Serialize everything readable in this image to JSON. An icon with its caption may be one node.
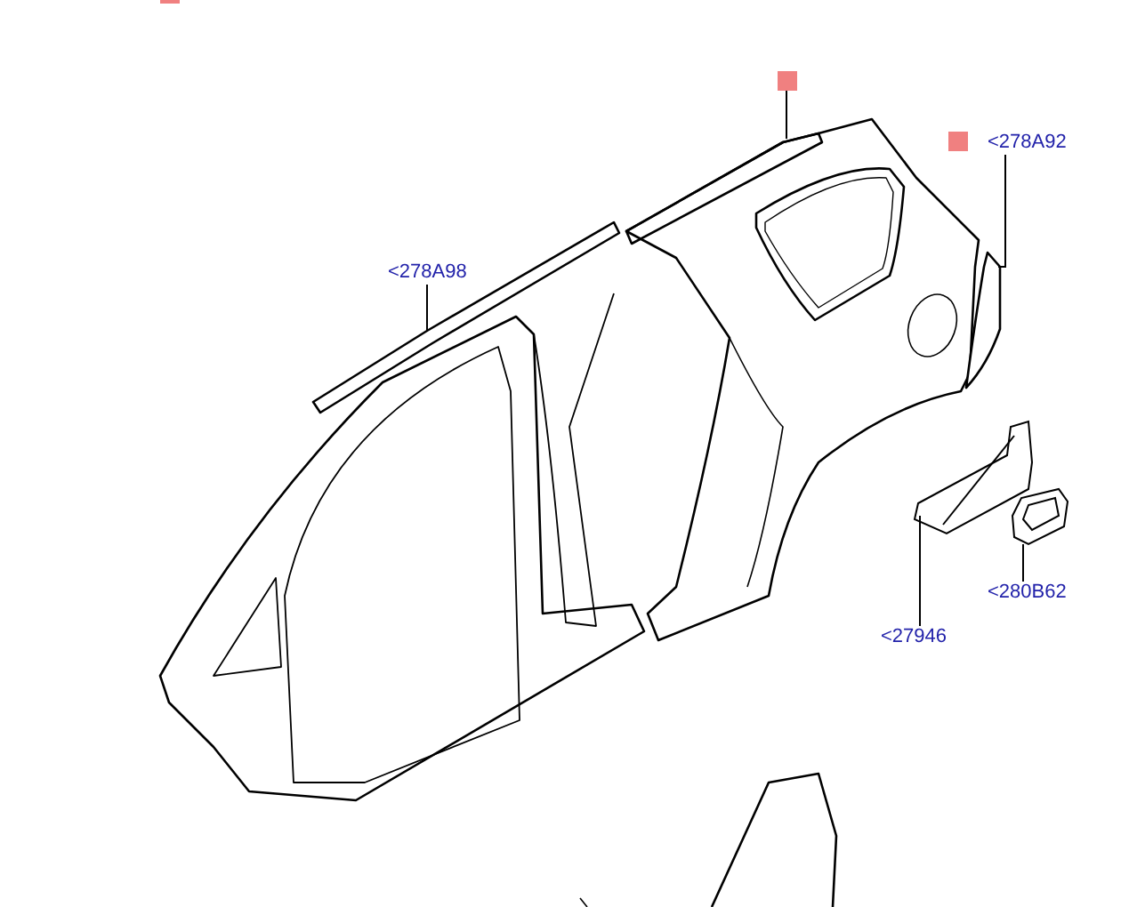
{
  "diagram": {
    "nodes": [
      {
        "text": [
          "<278A98"
        ]
      },
      {
        "text": [],
        "shape": "box"
      },
      {
        "text": [
          "<278A92"
        ]
      },
      {
        "text": [
          "<27946"
        ]
      },
      {
        "text": [
          "<280B62"
        ]
      }
    ],
    "edges": [
      {
        "from": 0,
        "to": null,
        "arrow": "none"
      },
      {
        "from": 1,
        "to": null,
        "arrow": "none"
      },
      {
        "from": 2,
        "to": null,
        "arrow": "none"
      },
      {
        "from": 3,
        "to": null,
        "arrow": "none"
      },
      {
        "from": 4,
        "to": null,
        "arrow": "none"
      }
    ]
  }
}
